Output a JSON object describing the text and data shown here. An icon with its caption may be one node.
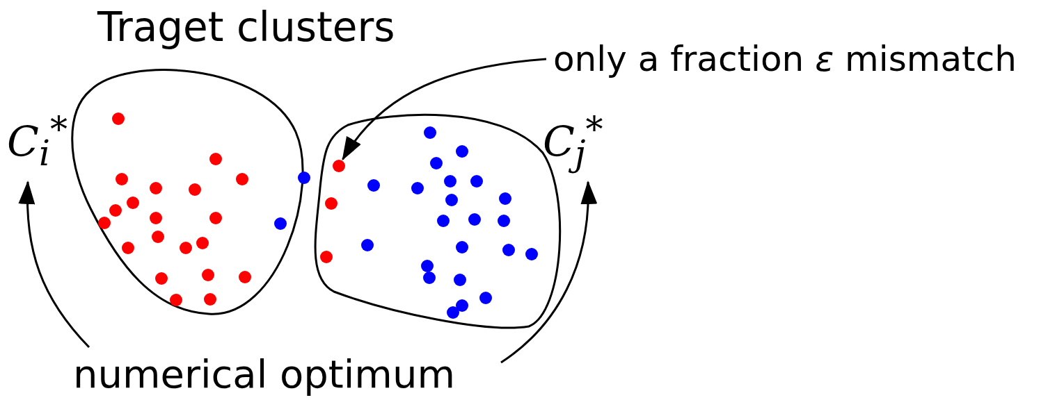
{
  "diagram": {
    "title": "Traget clusters",
    "nodes": [
      {
        "text": [
          "numerical optimum"
        ]
      },
      {
        "text": [
          "C$_{i}$$^{*}$"
        ]
      },
      {
        "text": [
          "C$_{j}$$^{*}$"
        ]
      },
      {
        "text": [
          "only a fraction *ε* mismatch"
        ]
      },
      {
        "text": [],
        "shape": "circle"
      }
    ],
    "edges": [
      {
        "from": 0,
        "to": 1,
        "arrow": "to"
      },
      {
        "from": 0,
        "to": 2,
        "arrow": "to"
      },
      {
        "from": 3,
        "to": 4,
        "arrow": "to"
      }
    ]
  }
}
